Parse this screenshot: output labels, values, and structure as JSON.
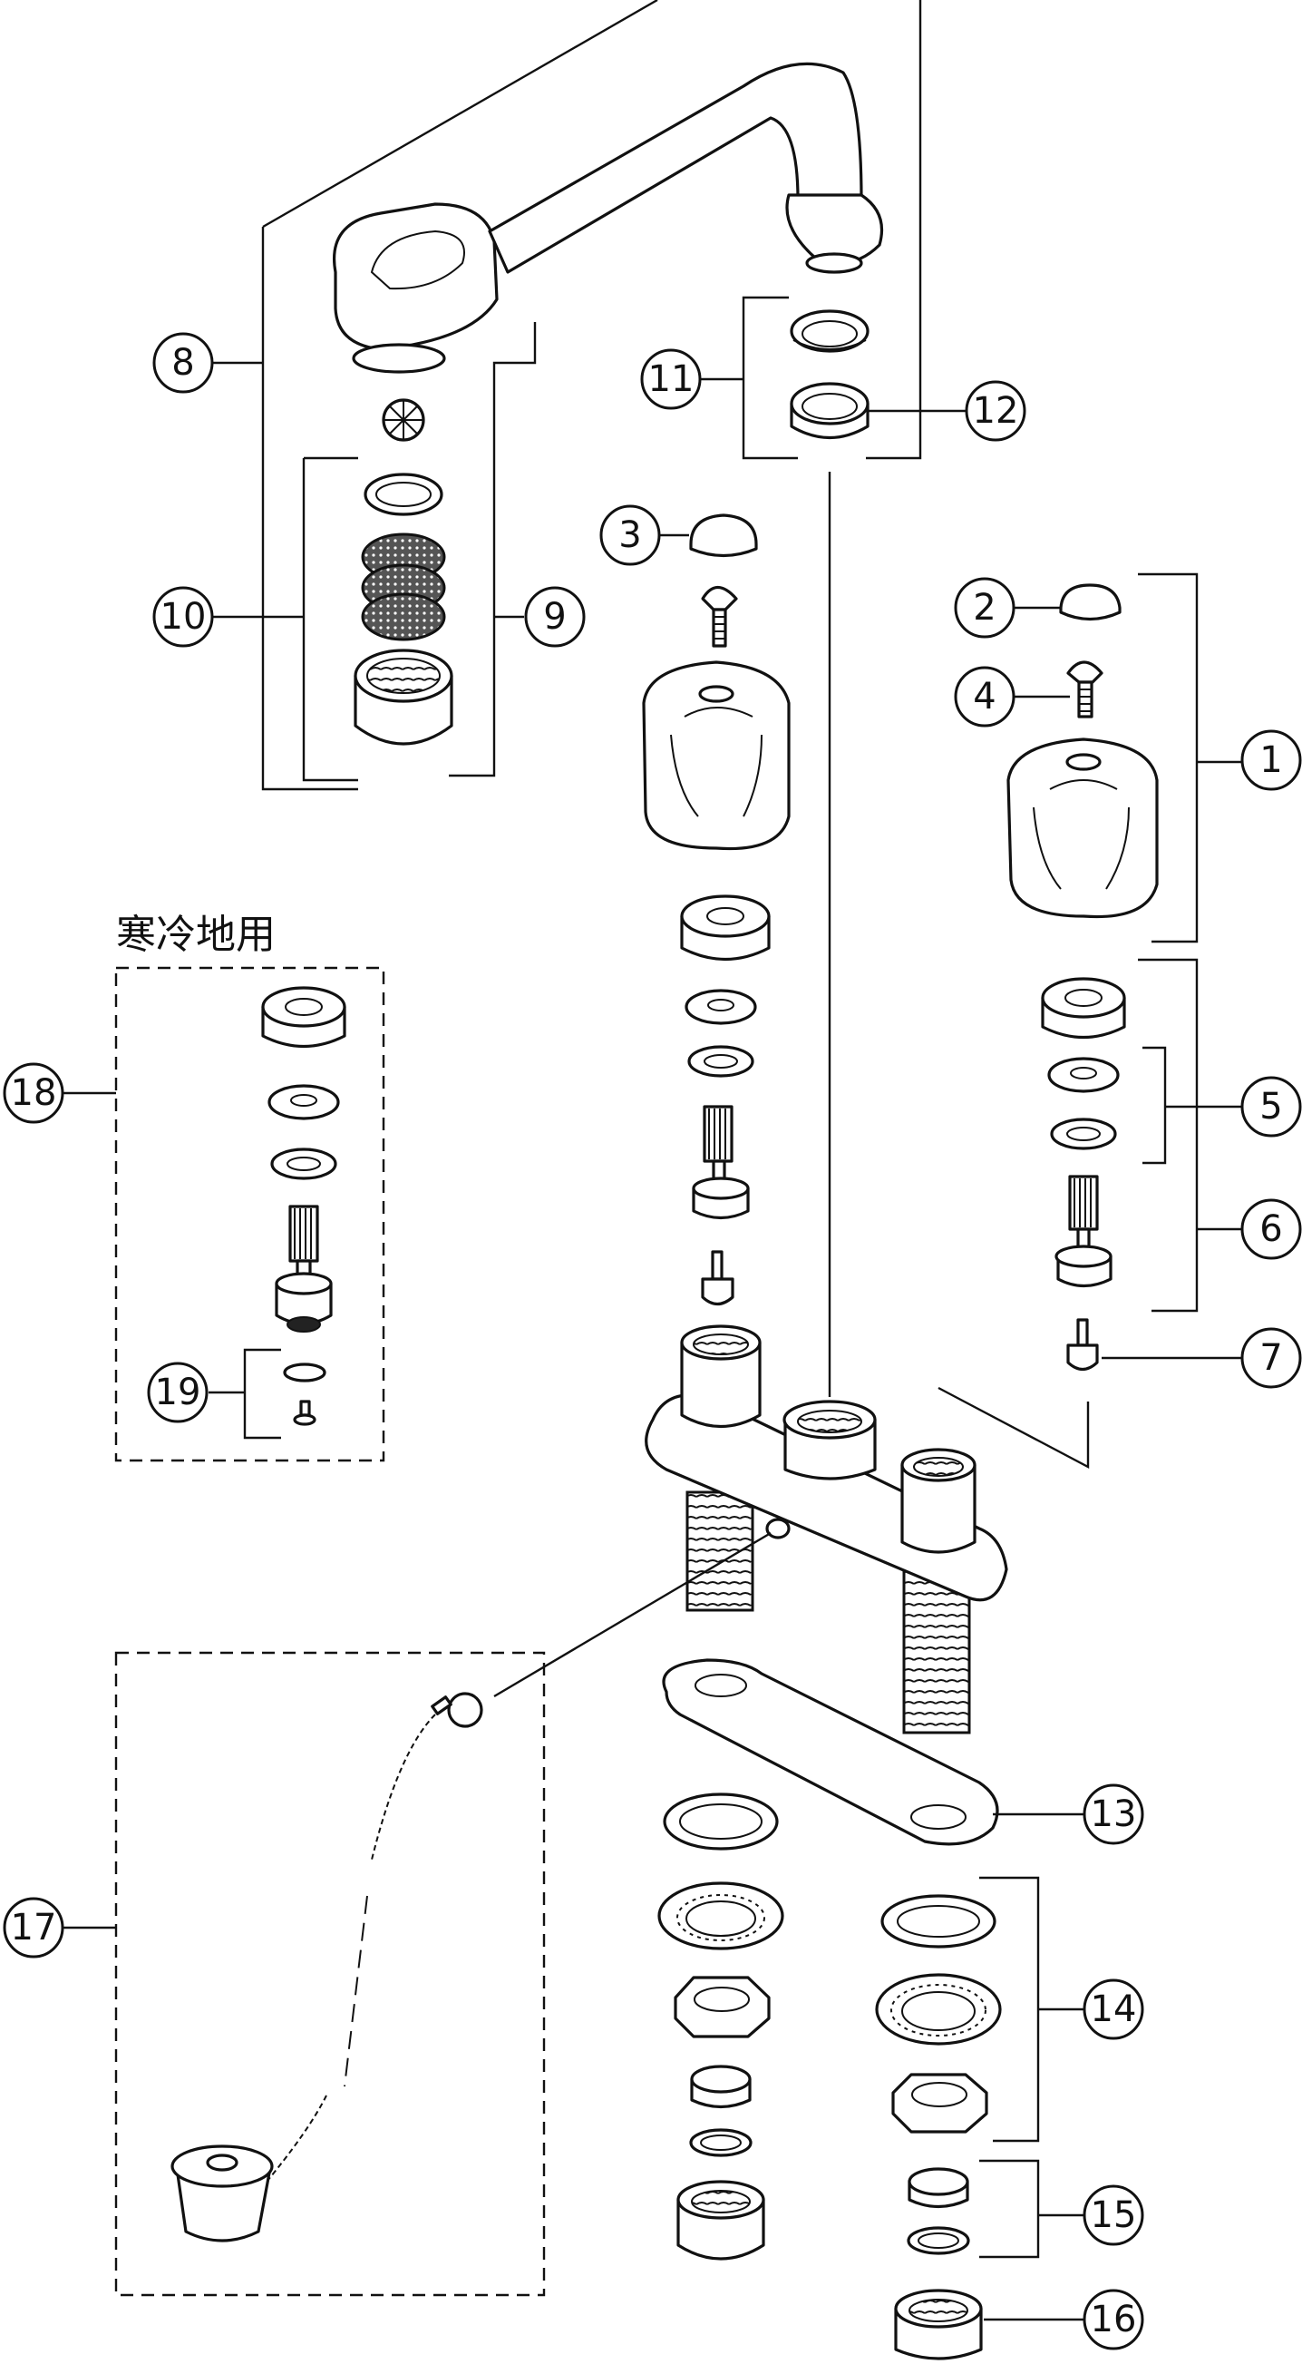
{
  "note_label": "寒冷地用",
  "callouts": [
    "1",
    "2",
    "3",
    "4",
    "5",
    "6",
    "7",
    "8",
    "9",
    "10",
    "11",
    "12",
    "13",
    "14",
    "15",
    "16",
    "17",
    "18",
    "19"
  ]
}
